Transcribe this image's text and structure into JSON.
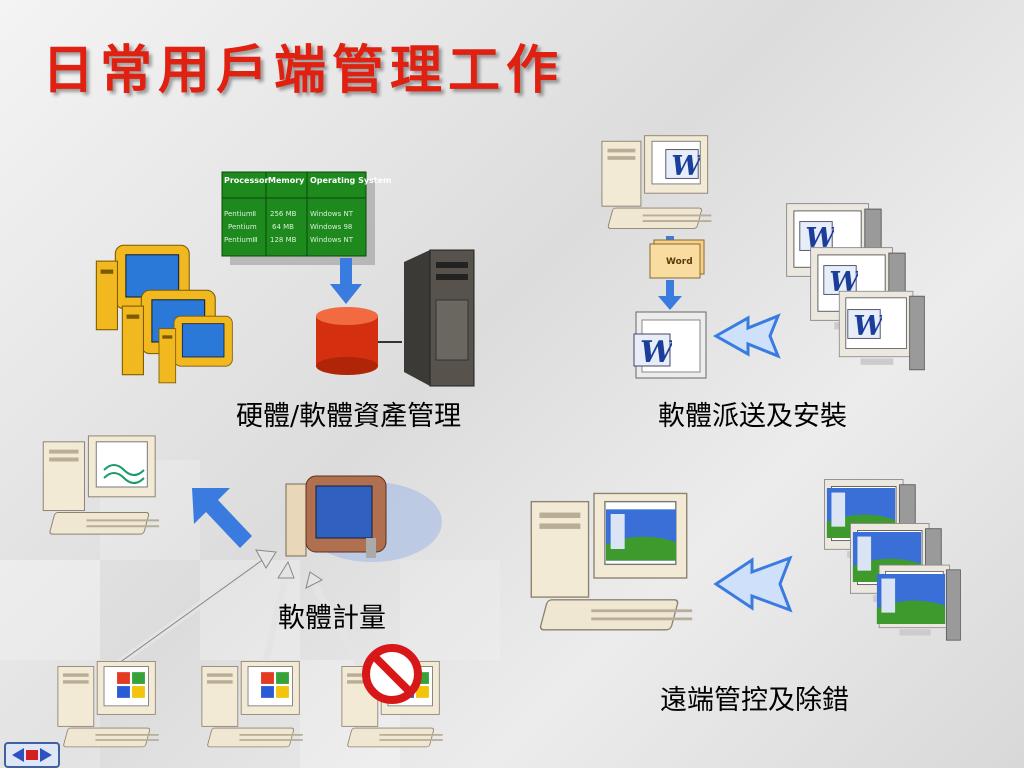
{
  "title": "日常用戶端管理工作",
  "sections": {
    "assets": "硬體/軟體資產管理",
    "distribution": "軟體派送及安裝",
    "metering": "軟體計量",
    "remote": "遠端管控及除錯"
  },
  "inventory_table": {
    "headers": [
      "Processor",
      "Memory",
      "Operating System"
    ],
    "rows": [
      [
        "PentiumⅡ",
        "256 MB",
        "Windows NT"
      ],
      [
        "Pentium",
        "64 MB",
        "Windows 98"
      ],
      [
        "PentiumⅢ",
        "128 MB",
        "Windows NT"
      ]
    ]
  },
  "word_folder_label": "Word",
  "colors": {
    "title": "#e02010",
    "arrow": "#3a7be0",
    "table": "#1e8a1e"
  },
  "icons": [
    "computer-cluster-icon",
    "server-tower-icon",
    "database-cylinder-icon",
    "word-app-icon",
    "windows-logo-icon",
    "no-entry-icon",
    "nav-button-icon"
  ]
}
